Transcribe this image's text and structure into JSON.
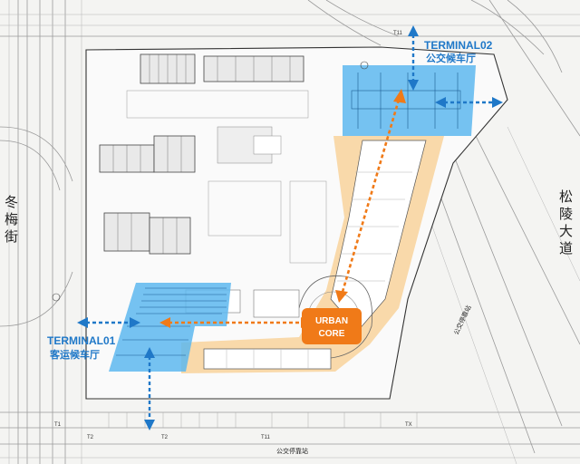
{
  "terminals": {
    "t02": {
      "title": "TERMINAL02",
      "subtitle": "公交候车厅"
    },
    "t01": {
      "title": "TERMINAL01",
      "subtitle": "客运候车厅"
    }
  },
  "core": {
    "line1": "URBAN",
    "line2": "CORE"
  },
  "roads": {
    "left": [
      "冬",
      "梅",
      "街"
    ],
    "right": [
      "松",
      "陵",
      "大",
      "道"
    ],
    "bottom": "公交停靠站",
    "right_stop": "公交停靠站"
  },
  "gate_labels": [
    "T11",
    "T1",
    "T2",
    "T2",
    "T11",
    "TX"
  ],
  "colors": {
    "terminal_blue": "#5db7ee",
    "core_orange": "#f07a18",
    "orange_zone": "#f8d29b",
    "arrow_blue": "#1f78c8",
    "arrow_orange": "#f07a18"
  }
}
